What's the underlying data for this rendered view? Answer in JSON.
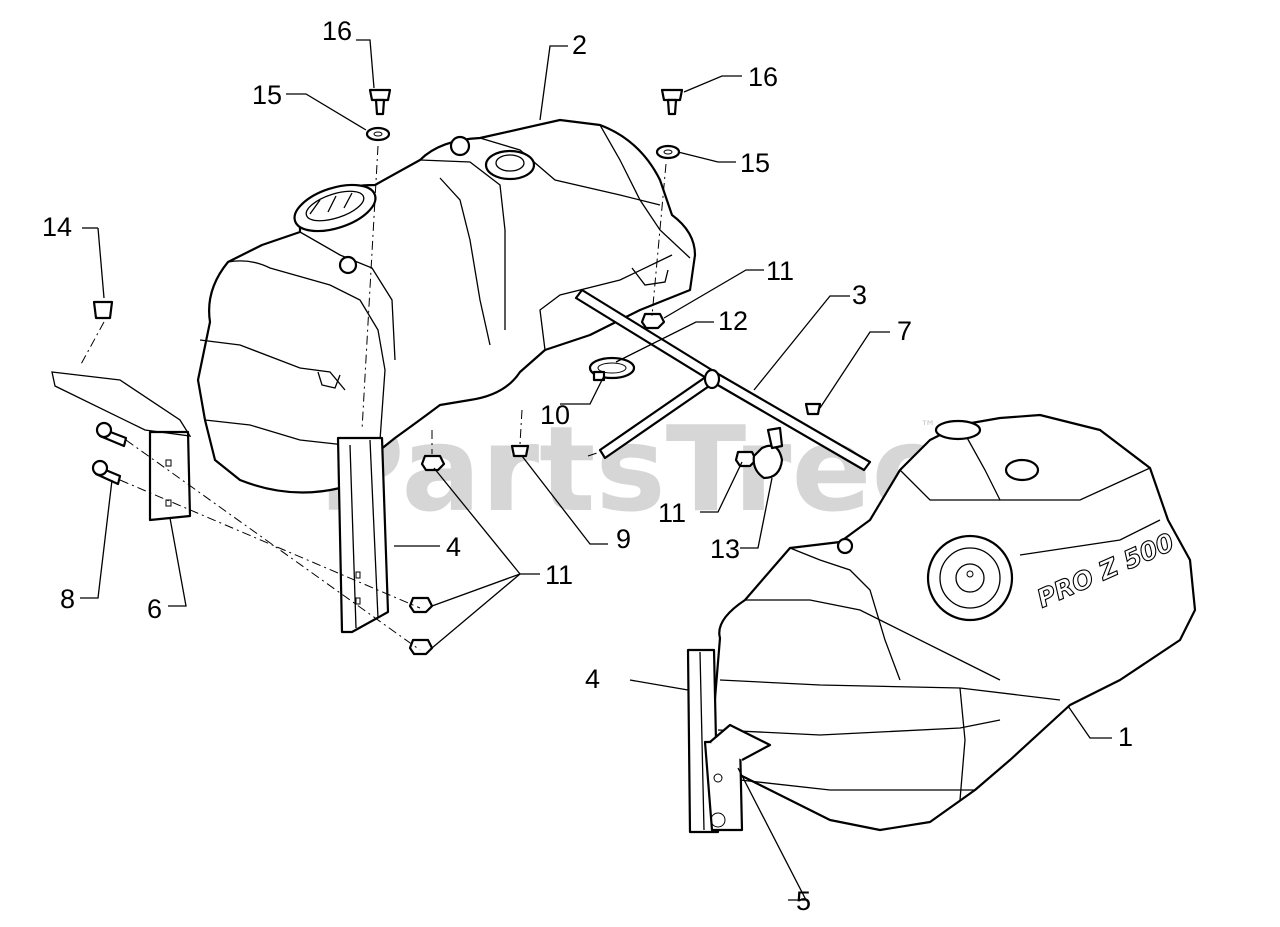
{
  "watermark": {
    "text": "PartsTree",
    "mark": "™"
  },
  "tank_lettering": "PRO Z 500",
  "callouts": {
    "c1": "1",
    "c2": "2",
    "c3": "3",
    "c4a": "4",
    "c4b": "4",
    "c5": "5",
    "c6": "6",
    "c7": "7",
    "c8": "8",
    "c9": "9",
    "c10": "10",
    "c11a": "11",
    "c11b": "11",
    "c11c": "11",
    "c12": "12",
    "c13": "13",
    "c14": "14",
    "c15a": "15",
    "c15b": "15",
    "c16a": "16",
    "c16b": "16"
  }
}
